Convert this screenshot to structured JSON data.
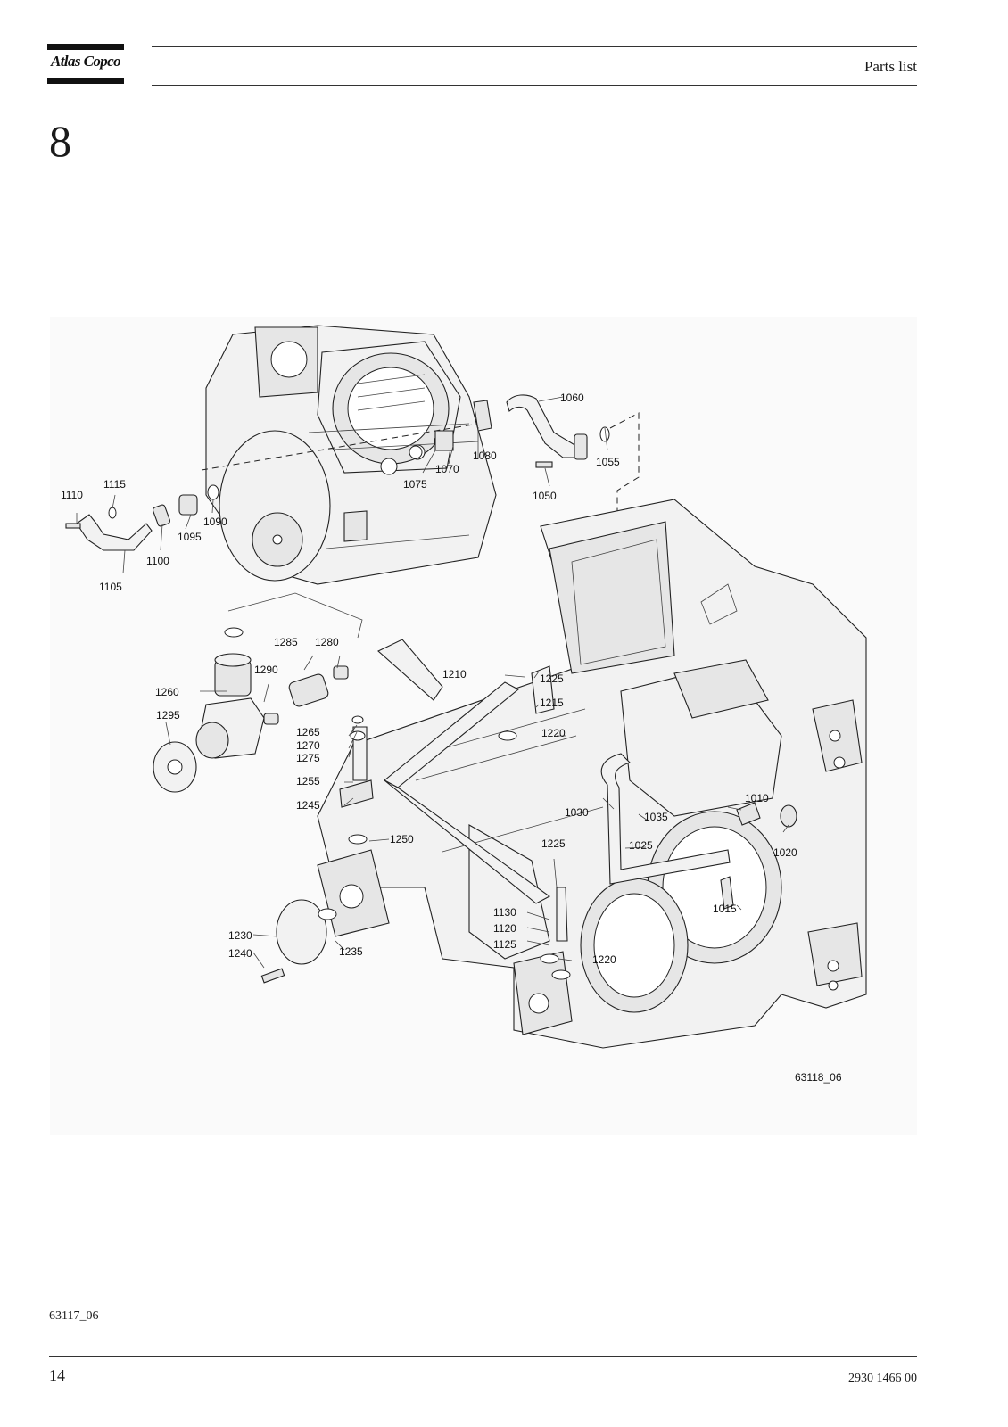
{
  "header": {
    "logo_text": "Atlas Copco",
    "title": "Parts list"
  },
  "chapter_number": "8",
  "figure": {
    "drawing_code": "63118_06",
    "callouts": [
      "1060",
      "1055",
      "1050",
      "1080",
      "1070",
      "1075",
      "1115",
      "1110",
      "1090",
      "1095",
      "1100",
      "1105",
      "1285",
      "1280",
      "1290",
      "1260",
      "1295",
      "1265",
      "1270",
      "1275",
      "1255",
      "1245",
      "1250",
      "1210",
      "1225",
      "1215",
      "1220",
      "1030",
      "1035",
      "1010",
      "1020",
      "1025",
      "1225",
      "1015",
      "1130",
      "1120",
      "1125",
      "1220",
      "1230",
      "1240",
      "1235"
    ]
  },
  "footer": {
    "drawing_ref": "63117_06",
    "page_number": "14",
    "document_number": "2930 1466 00"
  }
}
